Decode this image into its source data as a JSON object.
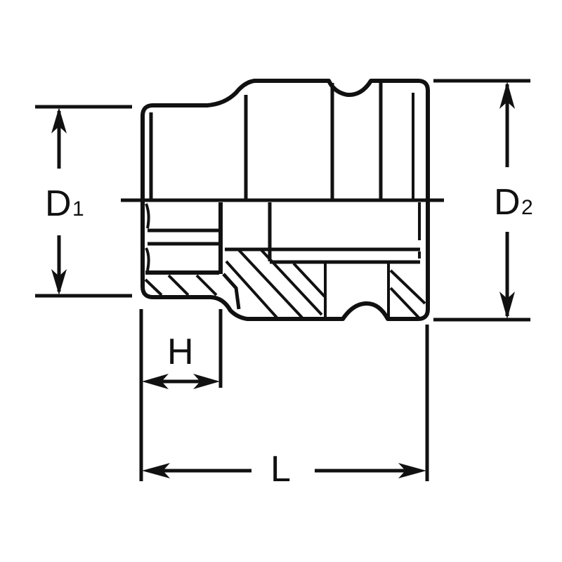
{
  "diagram": {
    "subject": "impact socket cross-section",
    "colors": {
      "line": "#111111",
      "background": "#ffffff"
    },
    "dimensions": {
      "d1": {
        "letter": "D",
        "subscript": "1"
      },
      "d2": {
        "letter": "D",
        "subscript": "2"
      },
      "h": {
        "letter": "H"
      },
      "l": {
        "letter": "L"
      }
    }
  }
}
